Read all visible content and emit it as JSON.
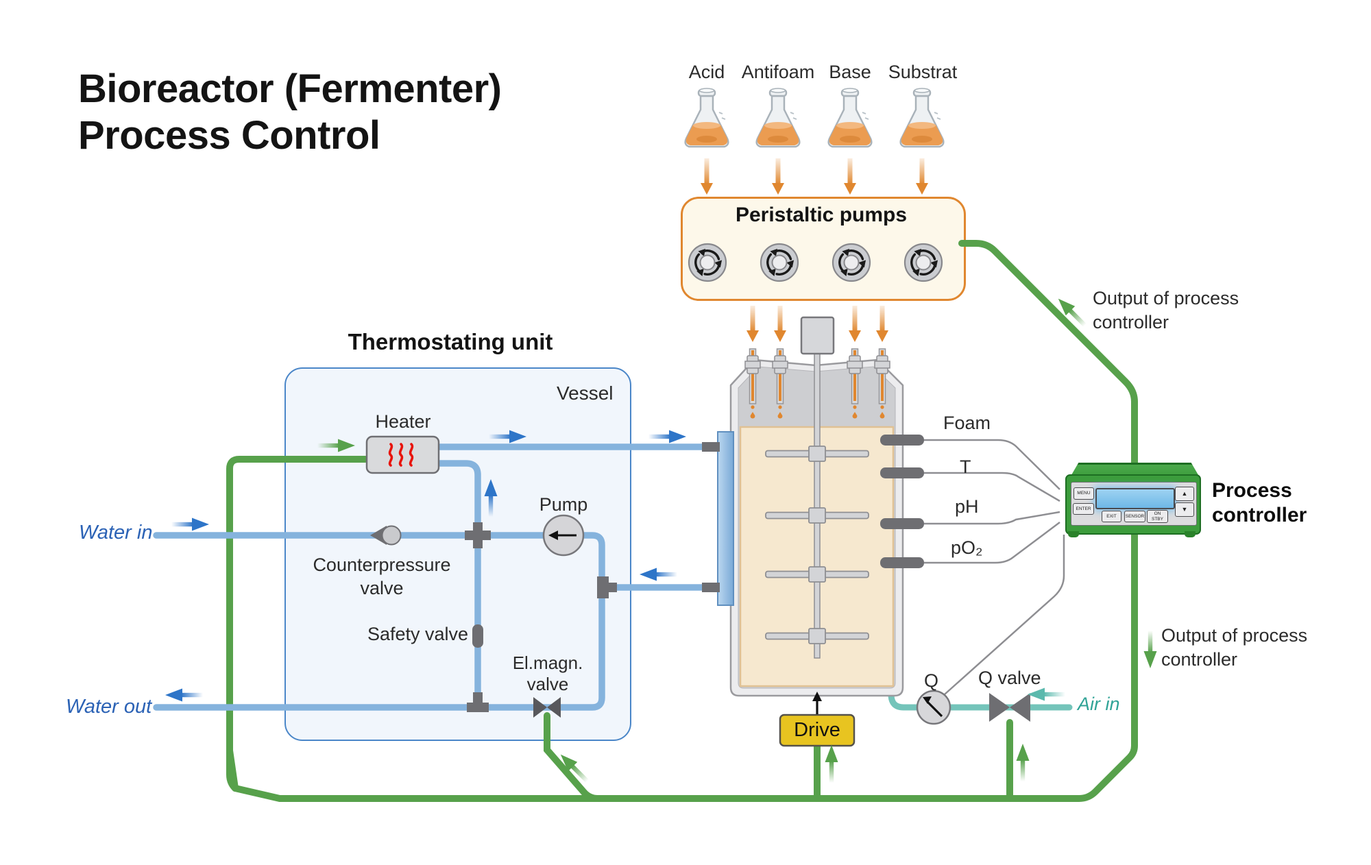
{
  "title": {
    "line1": "Bioreactor (Fermenter)",
    "line2": "Process Control"
  },
  "reagents": [
    "Acid",
    "Antifoam",
    "Base",
    "Substrat"
  ],
  "pumps_box": {
    "title": "Peristaltic pumps"
  },
  "thermostating": {
    "title": "Thermostating unit",
    "vessel_label": "Vessel",
    "heater_label": "Heater",
    "pump_label": "Pump",
    "counterpressure_valve_label": "Counterpressure valve",
    "safety_valve_label": "Safety valve",
    "elmagn_valve_label": "El.magn. valve"
  },
  "water": {
    "in_label": "Water in",
    "out_label": "Water out"
  },
  "sensors": [
    "Foam",
    "T",
    "pH",
    "pO₂"
  ],
  "aeration": {
    "q_label": "Q",
    "q_valve_label": "Q valve",
    "air_in_label": "Air in"
  },
  "drive": {
    "label": "Drive"
  },
  "outputs": {
    "top": "Output of process controller",
    "right": "Output of process controller"
  },
  "controller": {
    "label": "Process controller",
    "buttons": {
      "menu": "MENU",
      "enter": "ENTER",
      "exit": "EXIT",
      "sensor": "SENSOR",
      "on1": "ON",
      "on2": "STBY",
      "up": "▲",
      "down": "▼"
    }
  },
  "colors": {
    "orange": "#e0872f",
    "green": "#57a14b",
    "pipe_blue": "#85b3dd",
    "arrow_blue": "#2e75c8",
    "teal": "#74c4ba",
    "teal_text": "#2fa396",
    "water_text": "#2b62b5",
    "controller_green": "#3c9c3c",
    "drive_yellow": "#e8c420",
    "vessel_liquid": "#f6e8cf",
    "pumps_box_bg": "#fdf8ea",
    "thermo_box_bg": "#f1f6fc"
  }
}
